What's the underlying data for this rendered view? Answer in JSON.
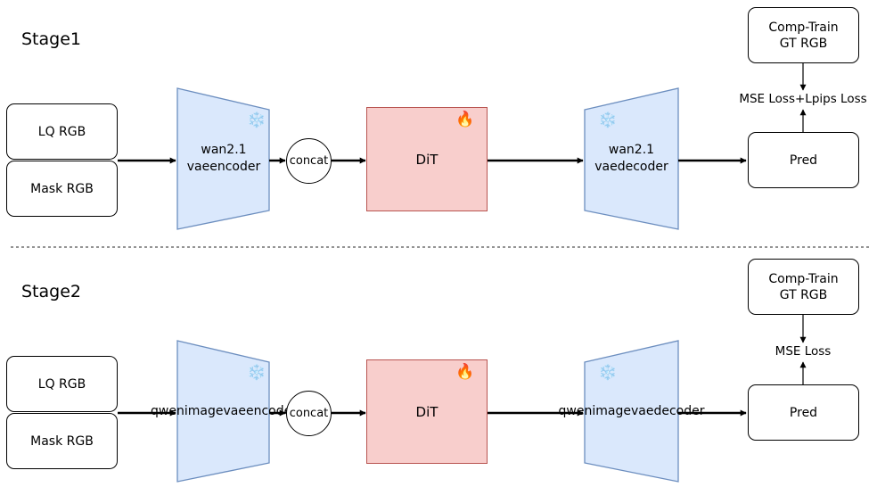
{
  "stages": [
    {
      "title": "Stage1",
      "inputs": [
        "LQ RGB",
        "Mask RGB"
      ],
      "encoder": [
        "wan2.1 vae",
        "encoder"
      ],
      "concat": "concat",
      "dit": "DiT",
      "decoder": [
        "wan2.1 vae",
        "decoder"
      ],
      "pred": "Pred",
      "gt": [
        "Comp-Train",
        "GT RGB"
      ],
      "loss": "MSE Loss+Lpips Loss",
      "frozen_icon": "❄️",
      "trainable_icon": "🔥"
    },
    {
      "title": "Stage2",
      "inputs": [
        "LQ RGB",
        "Mask RGB"
      ],
      "encoder": [
        "qwenimage",
        "vae",
        "encoder"
      ],
      "concat": "concat",
      "dit": "DiT",
      "decoder": [
        "qwenimage",
        "vae",
        "decoder"
      ],
      "pred": "Pred",
      "gt": [
        "Comp-Train",
        "GT RGB"
      ],
      "loss": "MSE Loss",
      "frozen_icon": "❄️",
      "trainable_icon": "🔥"
    }
  ],
  "colors": {
    "vae_fill": "#dae8fc",
    "vae_stroke": "#6c8ebf",
    "dit_fill": "#f8cecc",
    "dit_stroke": "#b85450"
  },
  "icons": {
    "frozen": "snowflake-icon",
    "trainable": "fire-icon"
  }
}
